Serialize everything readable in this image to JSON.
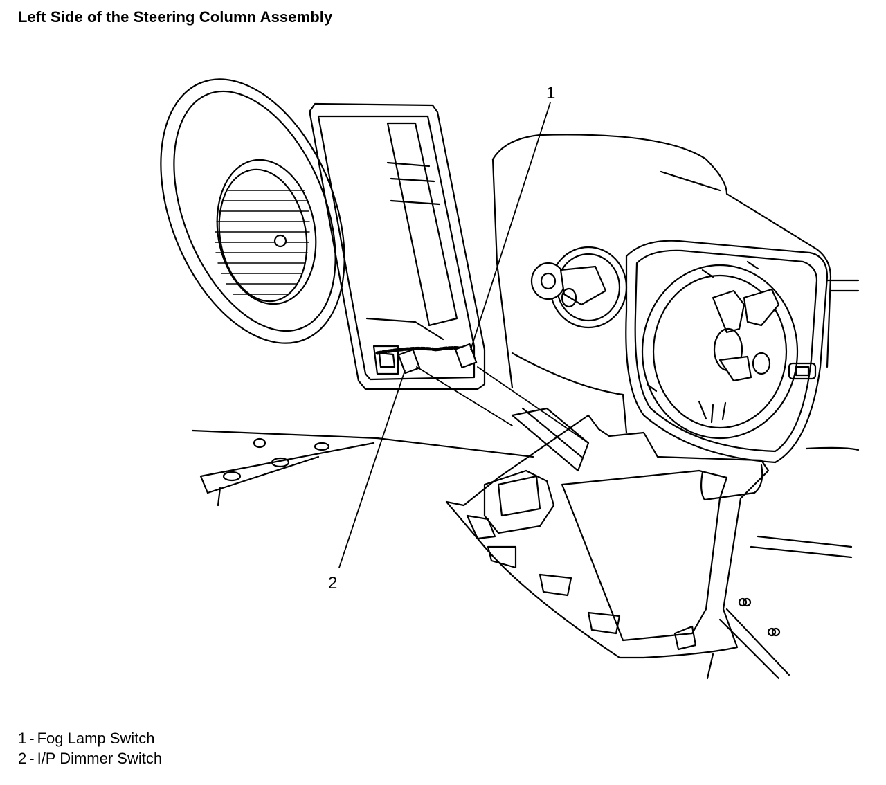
{
  "title": "Left Side of the Steering Column Assembly",
  "callouts": [
    {
      "number": "1",
      "label": "Fog Lamp Switch"
    },
    {
      "number": "2",
      "label": "I/P Dimmer Switch"
    }
  ]
}
